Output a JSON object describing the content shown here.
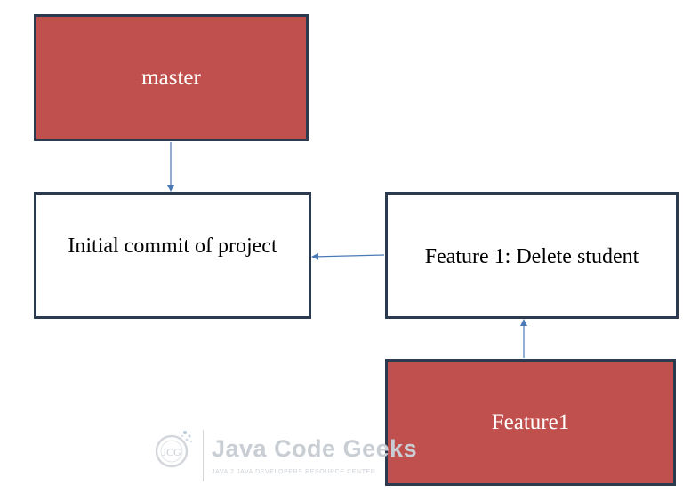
{
  "diagram": {
    "boxes": {
      "master": "master",
      "initial_commit": "Initial commit of project",
      "feature_commit": "Feature 1: Delete student",
      "feature_branch": "Feature1"
    }
  },
  "watermark": {
    "logo_letters": "JCG",
    "title": "Java Code Geeks",
    "subtitle": "JAVA 2 JAVA DEVELOPERS RESOURCE CENTER"
  },
  "colors": {
    "branch_fill": "#c0504d",
    "box_border": "#2b3a4e",
    "arrow": "#4a7ab5"
  }
}
